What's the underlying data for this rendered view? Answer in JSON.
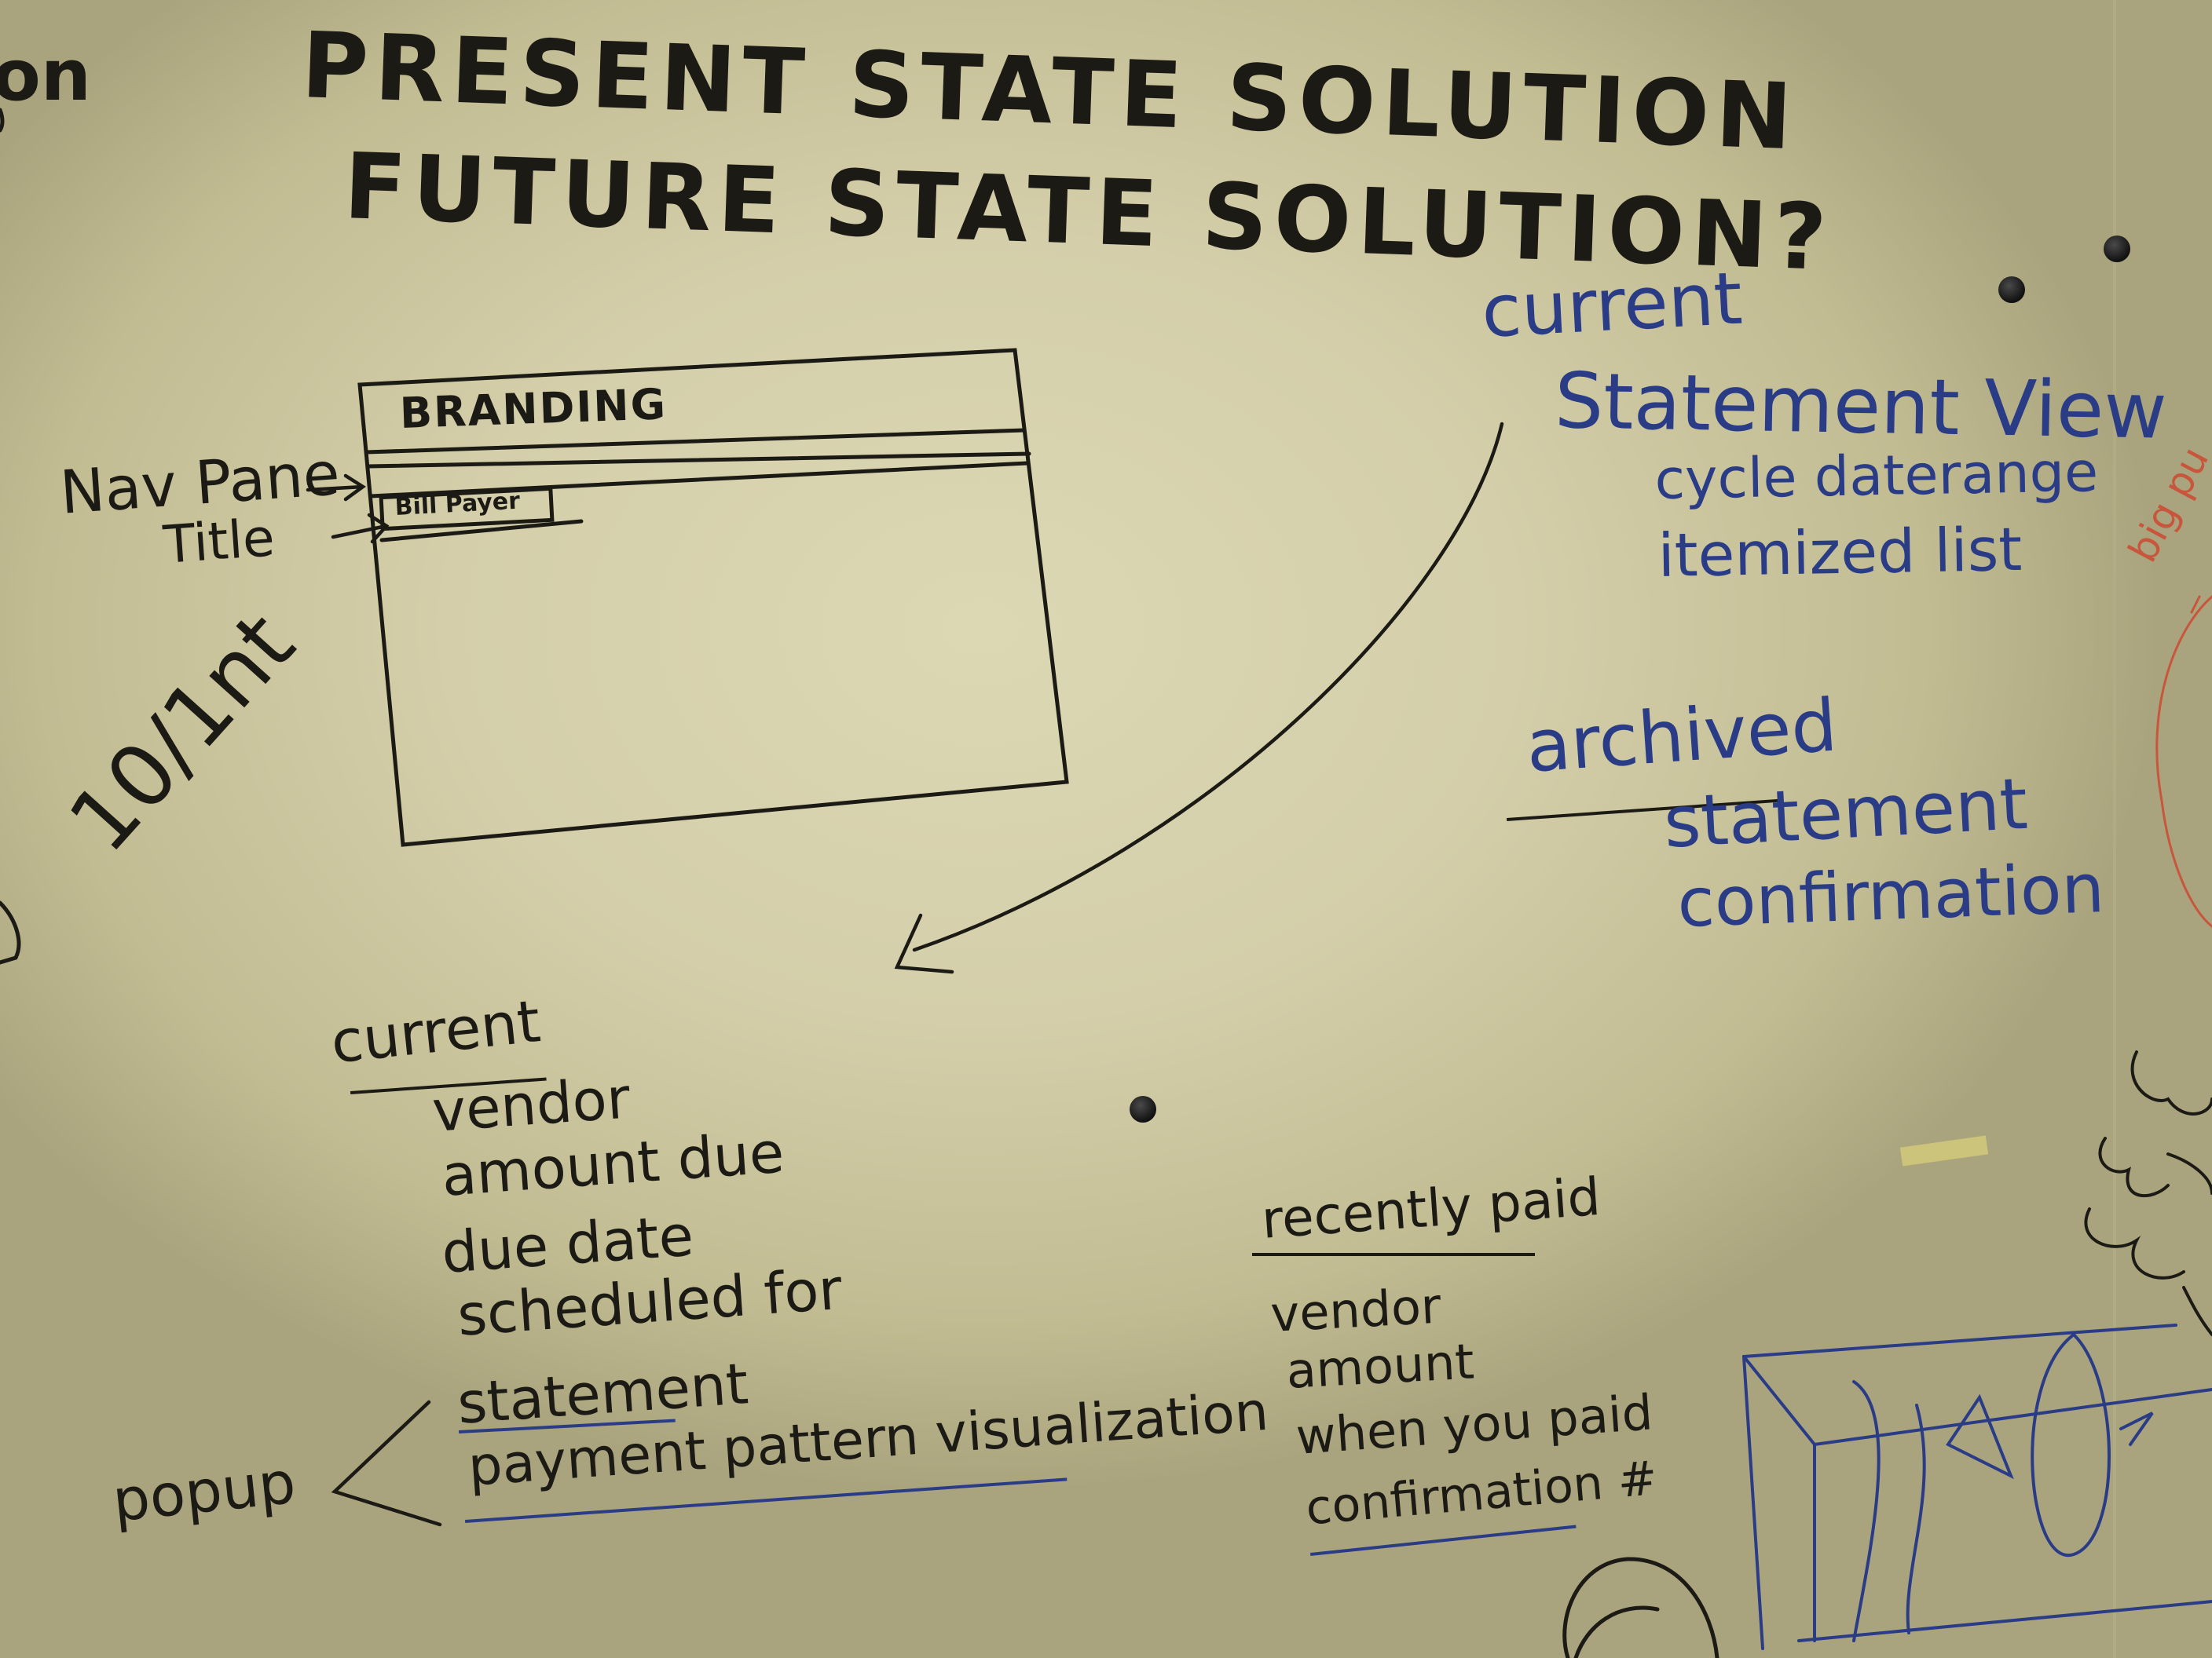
{
  "board": {
    "left_edge_fragment": "on",
    "title_line_1": "PRESENT STATE SOLUTION",
    "title_line_2": "FUTURE STATE SOLUTION?"
  },
  "wireframe": {
    "branding_label": "BRANDING",
    "bill_payer_label": "Bill Payer",
    "nav_pane_label": "Nav Pane",
    "title_label": "Title",
    "side_word": "10/1nt"
  },
  "current_statement": {
    "heading": "current",
    "view_label": "Statement View",
    "items": [
      "cycle daterange",
      "itemized list"
    ]
  },
  "archived": {
    "heading": "archived",
    "items": [
      "statement",
      "confirmation"
    ]
  },
  "current_list": {
    "heading": "current",
    "items": [
      "vendor",
      "amount due",
      "due date",
      "scheduled for"
    ],
    "underlined_items": [
      "statement",
      "payment pattern visualization"
    ],
    "popup_label": "popup"
  },
  "recently_paid": {
    "heading": "recently paid",
    "items": [
      "vendor",
      "amount",
      "when you paid"
    ],
    "underlined_item": "confirmation #"
  },
  "edge_note": {
    "text": "big pu"
  },
  "colors": {
    "board": "#d4cfaa",
    "black_marker": "#1c1a14",
    "blue_marker": "#2a3c86",
    "red_marker": "#c8563c",
    "magnet": "#111111"
  }
}
